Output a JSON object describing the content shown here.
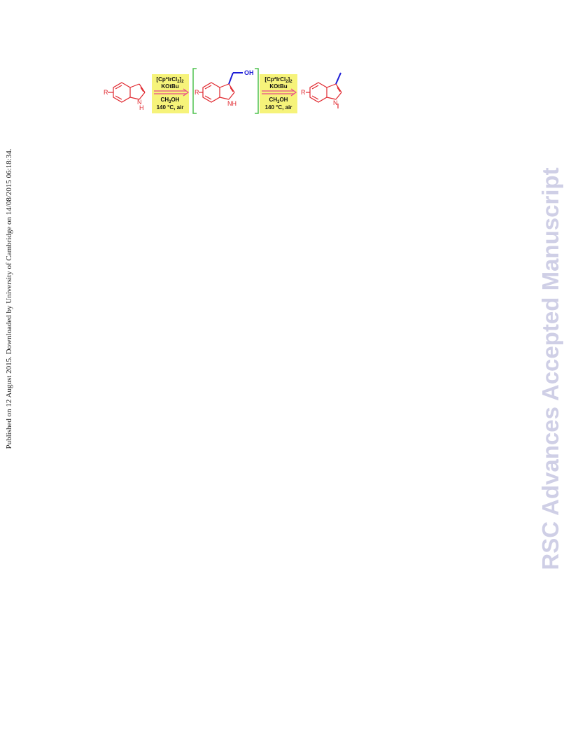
{
  "side_note": "Published on 12 August 2015. Downloaded by University of Cambridge on 14/08/2015 06:18:34.",
  "watermark": "RSC Advances Accepted Manuscript",
  "scheme": {
    "step1": {
      "catalyst": "[Cp*IrCl",
      "catalyst_sub1": "2",
      "catalyst_close": "]",
      "catalyst_sub2": "2",
      "base": "KOtBu",
      "solvent": "CH",
      "solvent_sub": "3",
      "solvent_rest": "OH",
      "conditions": "140 °C, air"
    },
    "step2": {
      "catalyst": "[Cp*IrCl",
      "catalyst_sub1": "2",
      "catalyst_close": "]",
      "catalyst_sub2": "2",
      "base": "KOtBu",
      "solvent": "CH",
      "solvent_sub": "3",
      "solvent_rest": "OH",
      "conditions": "140 °C, air"
    },
    "substituent_label": "R",
    "nh_label_n": "N",
    "nh_label_h": "H",
    "intermediate_nh": "NH",
    "oh_label": "OH",
    "colors": {
      "ring": "#e0262d",
      "new_bond": "#1c1cd6",
      "condition_box": "#f6f37a",
      "arrow": "#e84a8a",
      "bracket": "#4fc24f"
    }
  }
}
